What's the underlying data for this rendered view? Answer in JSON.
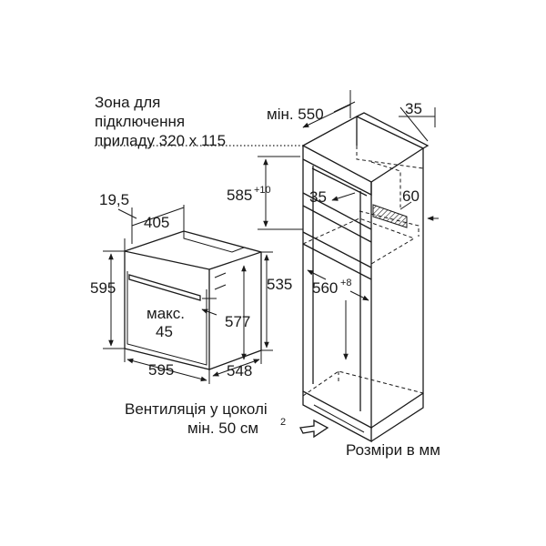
{
  "connection_zone": {
    "line1": "Зона для",
    "line2": "підключення",
    "line3": "приладу 320 х 115"
  },
  "ventilation": {
    "line1": "Вентиляція у цоколі",
    "line2": "мін. 50 см",
    "line2_sup": "2"
  },
  "units_note": "Розміри в мм",
  "dims": {
    "min_550": "мін. 550",
    "d35_top": "35",
    "d585": "585",
    "d585_sup": "+10",
    "d35_inner": "35",
    "d60": "60",
    "d560": "560",
    "d560_sup": "+8",
    "d19_5": "19,5",
    "d405": "405",
    "d595_left": "595",
    "d535": "535",
    "max_label": "макс.",
    "max_value": "45",
    "d577": "577",
    "d595_bottom": "595",
    "d548": "548"
  }
}
